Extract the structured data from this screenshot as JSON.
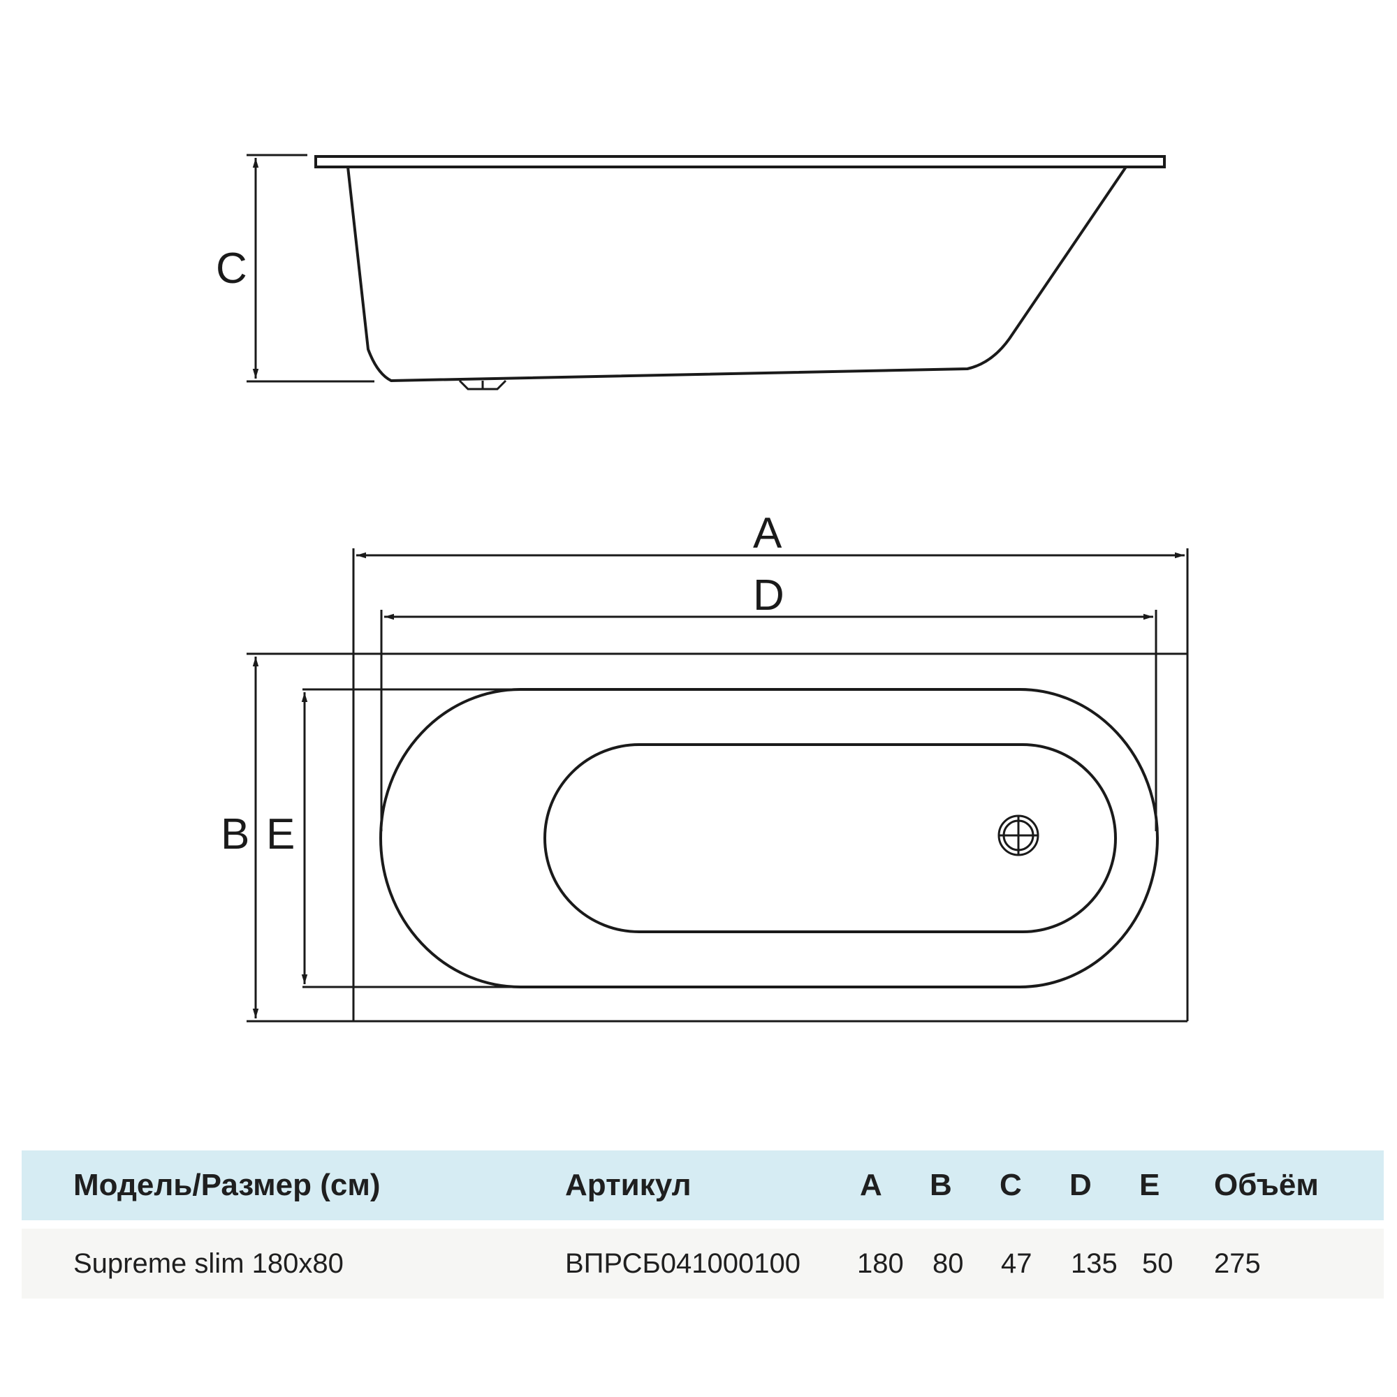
{
  "drawing": {
    "title": "Supreme slim bathtub dimension drawing",
    "views": [
      "side-view",
      "top-view"
    ],
    "dimension_labels": {
      "A": "A",
      "B": "B",
      "C": "C",
      "D": "D",
      "E": "E"
    },
    "colors": {
      "line": "#1a1a1a",
      "header_bg": "#d6ecf3",
      "row_bg": "#f6f6f4"
    }
  },
  "table": {
    "headers": {
      "model": "Модель/Размер (см)",
      "article": "Артикул",
      "a": "A",
      "b": "B",
      "c": "C",
      "d": "D",
      "e": "E",
      "volume": "Объём"
    },
    "rows": [
      {
        "model": "Supreme slim 180x80",
        "article": "ВПРСБ041000100",
        "a": "180",
        "b": "80",
        "c": "47",
        "d": "135",
        "e": "50",
        "volume": "275"
      }
    ]
  }
}
